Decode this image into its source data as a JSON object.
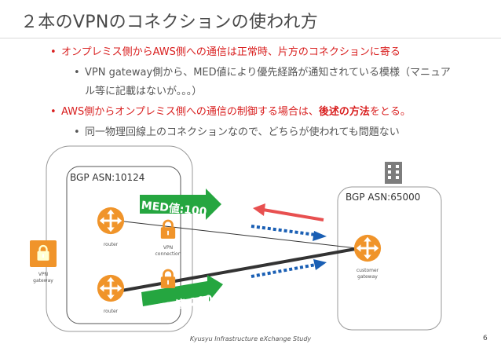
{
  "slide": {
    "title": "２本のVPNのコネクションの使われ方",
    "bullets": [
      "オンプレミス側からAWS側への通信は正常時、片方のコネクションに寄る",
      "VPN gateway側から、MED値により優先経路が通知されている模様（マニュア",
      "ル等に記載はないが。。。）",
      "AWS側からオンプレミス側への通信の制御する場合は、",
      "後述の方法",
      "をとる。",
      "同一物理回線上のコネクションなので、どちらが使われても問題ない"
    ],
    "footer": "Kyusyu Infrastructure eXchange Study",
    "page_number": "6"
  },
  "diagram": {
    "aws_asn": "BGP ASN:10124",
    "onprem_asn": "BGP ASN:65000",
    "router_top_label": "router",
    "router_bottom_label": "router",
    "vpn_gateway_label": [
      "VPN",
      "gateway"
    ],
    "vpn_connection_label": [
      "VPN",
      "connection"
    ],
    "customer_gateway_label": [
      "customer",
      "gateway"
    ],
    "med_top": "MED値:100",
    "med_bottom": "MED値:200"
  },
  "colors": {
    "bullet_red": "#d92020",
    "router_orange": "#f0942a",
    "green_arrow": "#25a640",
    "red_arrow": "#e85050",
    "blue_dotted": "#1a5fb4",
    "dark_line": "#333333"
  },
  "icons": [
    "router-icon",
    "lock-icon",
    "building-icon"
  ]
}
